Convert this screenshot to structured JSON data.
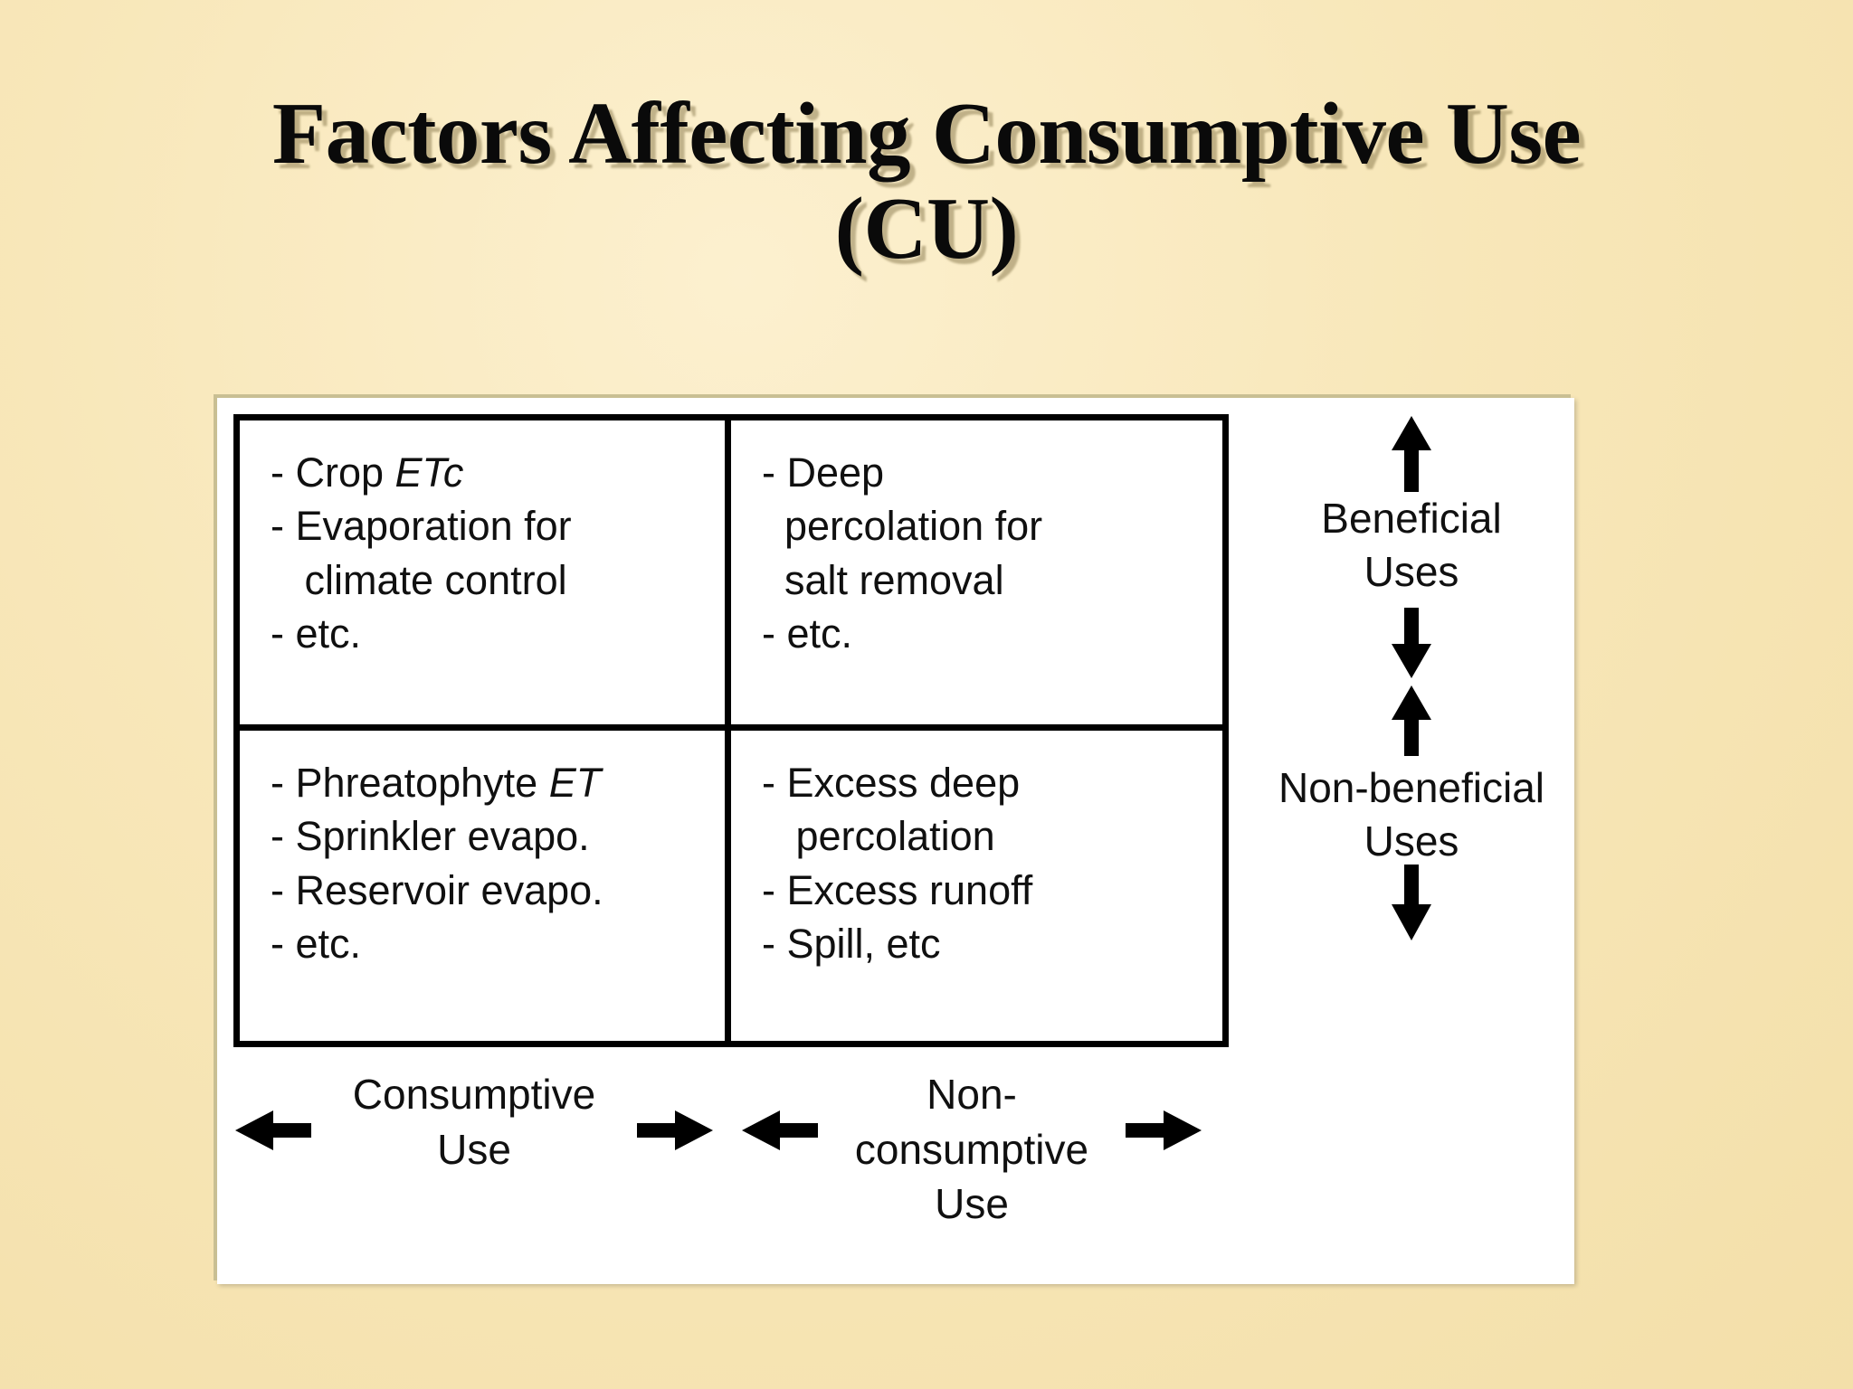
{
  "slide": {
    "title_line_1": "Factors Affecting Consumptive Use",
    "title_line_2": "(CU)"
  },
  "matrix": {
    "cells": [
      {
        "id": "consumptive-beneficial",
        "items": [
          {
            "lead": "- Crop ",
            "italic": "ETc",
            "tail": ""
          },
          {
            "lead": "- Evaporation for",
            "italic": "",
            "tail": ""
          },
          {
            "lead": "   climate control",
            "italic": "",
            "tail": ""
          },
          {
            "lead": "- etc.",
            "italic": "",
            "tail": ""
          }
        ]
      },
      {
        "id": "nonconsumptive-beneficial",
        "items": [
          {
            "lead": "- Deep",
            "italic": "",
            "tail": ""
          },
          {
            "lead": "  percolation for",
            "italic": "",
            "tail": ""
          },
          {
            "lead": "  salt removal",
            "italic": "",
            "tail": ""
          },
          {
            "lead": "- etc.",
            "italic": "",
            "tail": ""
          }
        ]
      },
      {
        "id": "consumptive-nonbeneficial",
        "items": [
          {
            "lead": "- Phreatophyte ",
            "italic": "ET",
            "tail": ""
          },
          {
            "lead": "- Sprinkler evapo.",
            "italic": "",
            "tail": ""
          },
          {
            "lead": "- Reservoir evapo.",
            "italic": "",
            "tail": ""
          },
          {
            "lead": "- etc.",
            "italic": "",
            "tail": ""
          }
        ]
      },
      {
        "id": "nonconsumptive-nonbeneficial",
        "items": [
          {
            "lead": "- Excess deep",
            "italic": "",
            "tail": ""
          },
          {
            "lead": "   percolation",
            "italic": "",
            "tail": ""
          },
          {
            "lead": "- Excess runoff",
            "italic": "",
            "tail": ""
          },
          {
            "lead": "- Spill, etc",
            "italic": "",
            "tail": ""
          }
        ]
      }
    ]
  },
  "side_scale": {
    "beneficial_line_1": "Beneficial",
    "beneficial_line_2": "Uses",
    "nonbeneficial_line_1": "Non-beneficial",
    "nonbeneficial_line_2": "Uses",
    "arrow_up_top": "arrow-up-icon",
    "arrow_down_middle": "arrow-down-icon",
    "arrow_up_middle": "arrow-up-icon",
    "arrow_down_bottom": "arrow-down-icon"
  },
  "bottom_scale": {
    "consumptive_line_1": "Consumptive",
    "consumptive_line_2": "Use",
    "nonconsumptive_line_1": "Non-",
    "nonconsumptive_line_2": "consumptive",
    "nonconsumptive_line_3": "Use",
    "arrow_left_outer": "arrow-left-icon",
    "arrow_right_inner": "arrow-right-icon",
    "arrow_left_inner": "arrow-left-icon",
    "arrow_right_outer": "arrow-right-icon"
  },
  "colors": {
    "background": "#f7e6b4",
    "panel": "#ffffff",
    "ink": "#101010",
    "title_shadow": "rgba(120,105,60,0.45)"
  }
}
